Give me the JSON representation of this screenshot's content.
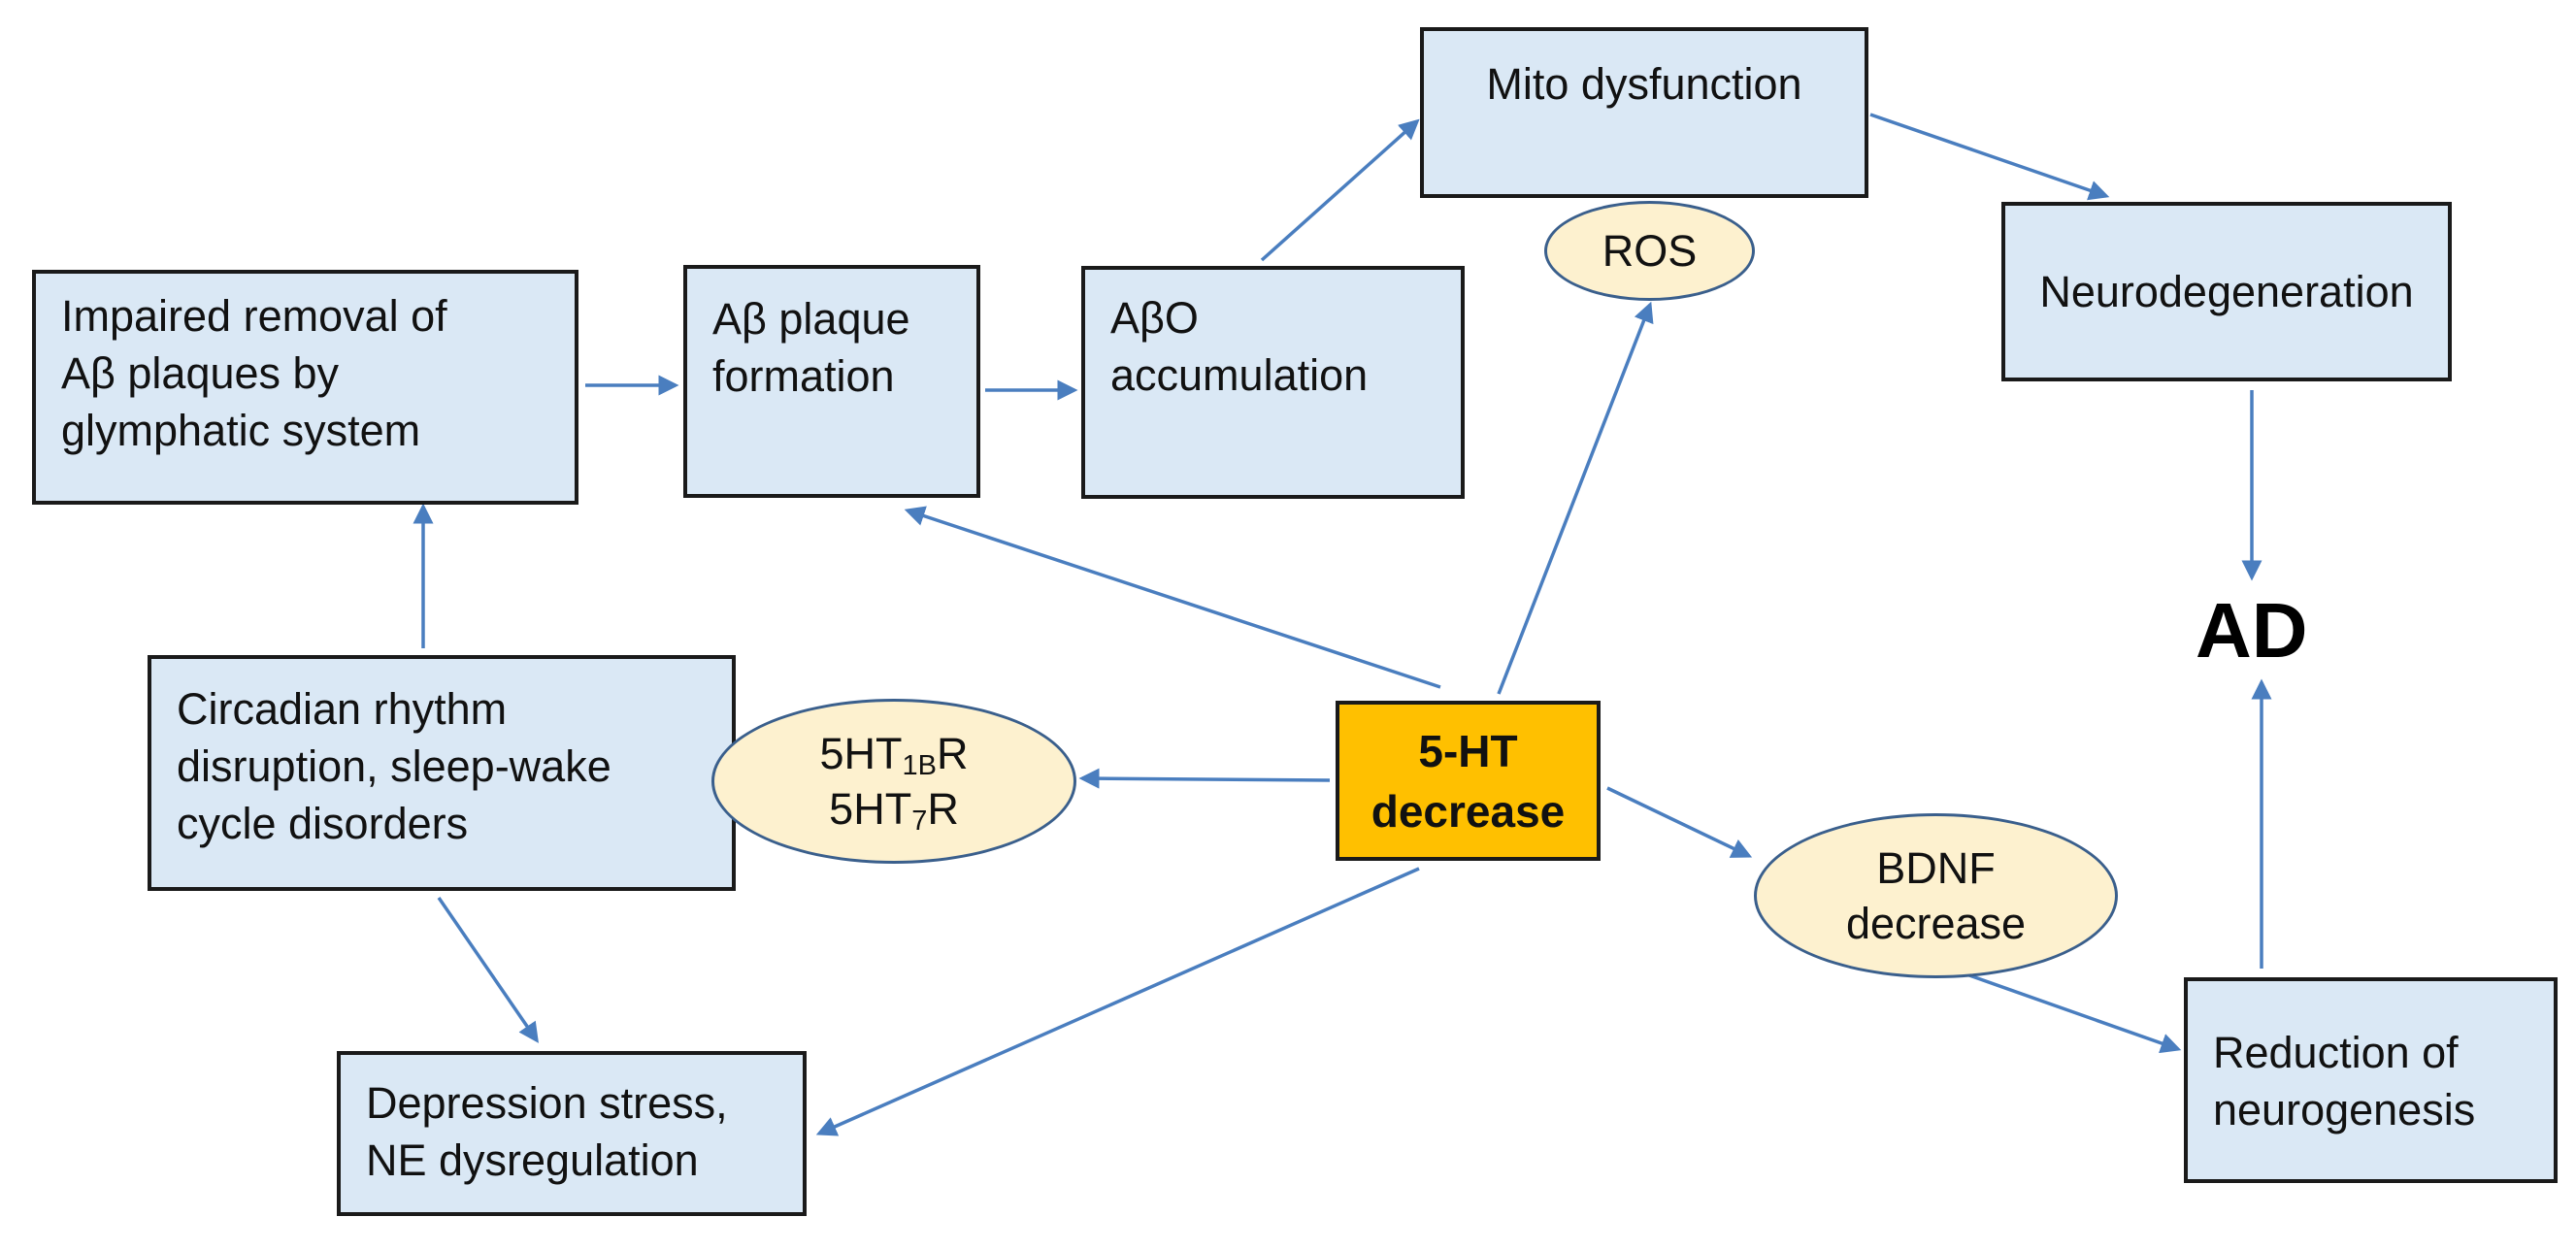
{
  "colors": {
    "box_fill": "#dae8f5",
    "box_border": "#1a1a1a",
    "oval_fill": "#fdf1cf",
    "oval_border": "#3a5f8c",
    "highlight_fill": "#ffc000",
    "arrow": "#4a7ebf"
  },
  "nodes": {
    "mito": "Mito dysfunction",
    "ros": "ROS",
    "neurodegeneration": "Neurodegeneration",
    "impaired": [
      "Impaired removal of",
      "Aβ plaques by",
      "glymphatic system"
    ],
    "plaque": [
      "Aβ plaque",
      "formation"
    ],
    "abo": [
      "AβO",
      "accumulation"
    ],
    "ad": "AD",
    "circadian": [
      "Circadian rhythm",
      "disruption, sleep-wake",
      "cycle disorders"
    ],
    "receptors": {
      "r1_prefix": "5HT",
      "r1_sub": "1B",
      "r1_suffix": "R",
      "r2_prefix": "5HT",
      "r2_sub": "7",
      "r2_suffix": "R"
    },
    "ht": [
      "5-HT",
      "decrease"
    ],
    "bdnf": [
      "BDNF",
      "decrease"
    ],
    "depression": [
      "Depression stress,",
      "NE dysregulation"
    ],
    "reduction": [
      "Reduction of",
      "neurogenesis"
    ]
  },
  "arrows": [
    {
      "from": "abo",
      "to": "mito"
    },
    {
      "from": "mito",
      "to": "neurodegeneration"
    },
    {
      "from": "impaired",
      "to": "plaque"
    },
    {
      "from": "plaque",
      "to": "abo"
    },
    {
      "from": "ht",
      "to": "ros"
    },
    {
      "from": "ht",
      "to": "plaque"
    },
    {
      "from": "neurodegeneration",
      "to": "ad"
    },
    {
      "from": "circadian",
      "to": "impaired"
    },
    {
      "from": "ht",
      "to": "receptors"
    },
    {
      "from": "ht",
      "to": "bdnf"
    },
    {
      "from": "ht",
      "to": "depression"
    },
    {
      "from": "circadian",
      "to": "depression"
    },
    {
      "from": "bdnf",
      "to": "reduction"
    },
    {
      "from": "reduction",
      "to": "ad"
    }
  ]
}
